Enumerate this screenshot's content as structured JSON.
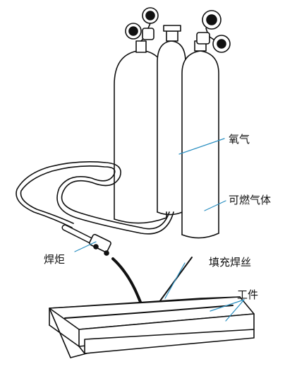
{
  "labels": {
    "oxygen": "氧气",
    "fuel_gas": "可燃气体",
    "torch": "焊炬",
    "filler_wire": "填充焊丝",
    "workpiece": "工件"
  },
  "colors": {
    "line": "#111111",
    "leader": "#2a8fc1",
    "background": "#ffffff"
  }
}
